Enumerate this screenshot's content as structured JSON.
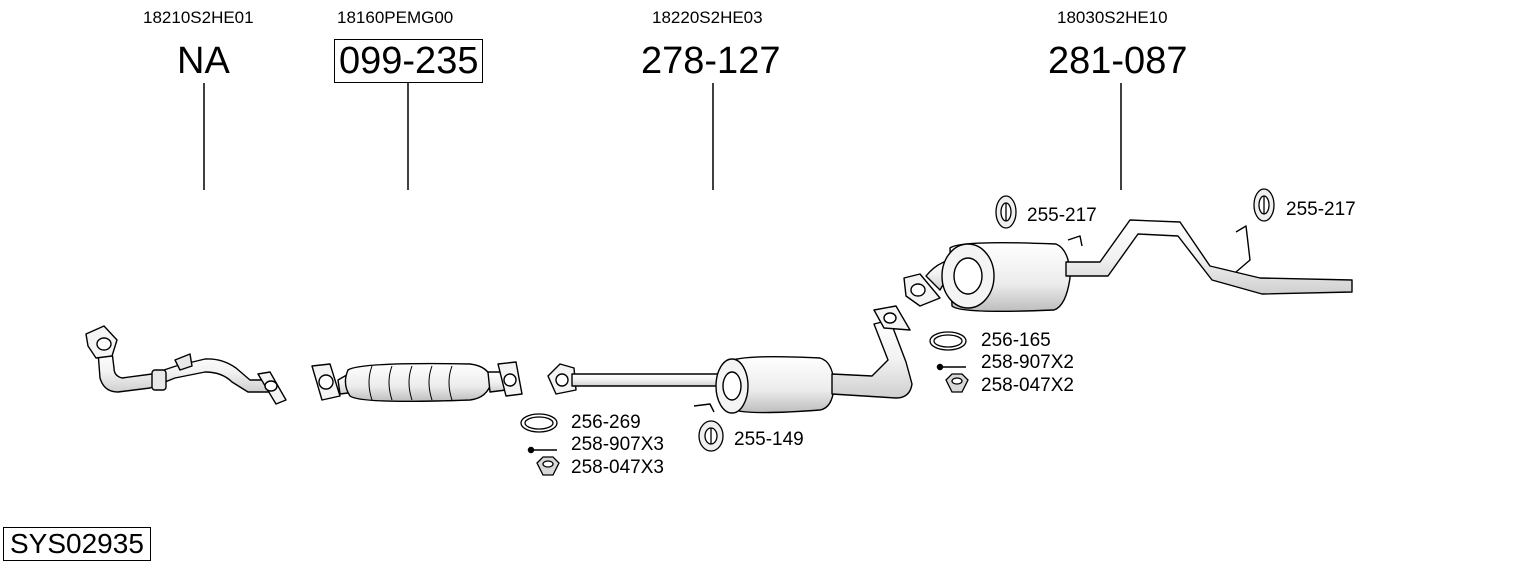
{
  "oem_numbers": [
    "18210S2HE01",
    "18160PEMG00",
    "18220S2HE03",
    "18030S2HE10"
  ],
  "part_numbers": [
    "NA",
    "099-235",
    "278-127",
    "281-087"
  ],
  "accessories": {
    "front": [
      "256-269",
      "258-907X3",
      "258-047X3"
    ],
    "middle_hanger": "255-149",
    "rear": [
      "256-165",
      "258-907X2",
      "258-047X2"
    ],
    "rear_hanger_left": "255-217",
    "rear_hanger_right": "255-217"
  },
  "system_code": "SYS02935"
}
